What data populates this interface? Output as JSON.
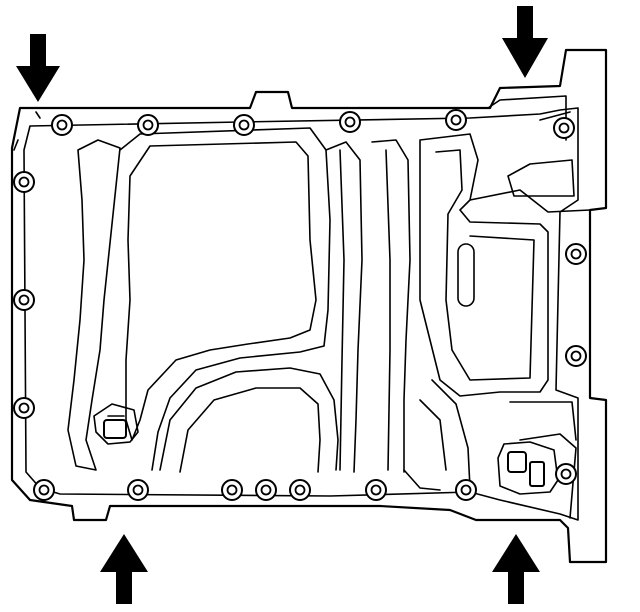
{
  "diagram": {
    "subject": "oil-pan-underside-view",
    "arrows": {
      "count": 4,
      "items": [
        {
          "id": "arrow-top-left",
          "direction": "down"
        },
        {
          "id": "arrow-top-right",
          "direction": "down"
        },
        {
          "id": "arrow-bottom-left",
          "direction": "up"
        },
        {
          "id": "arrow-bottom-right",
          "direction": "up"
        }
      ]
    },
    "colors": {
      "line": "#000000",
      "background": "#ffffff"
    }
  }
}
